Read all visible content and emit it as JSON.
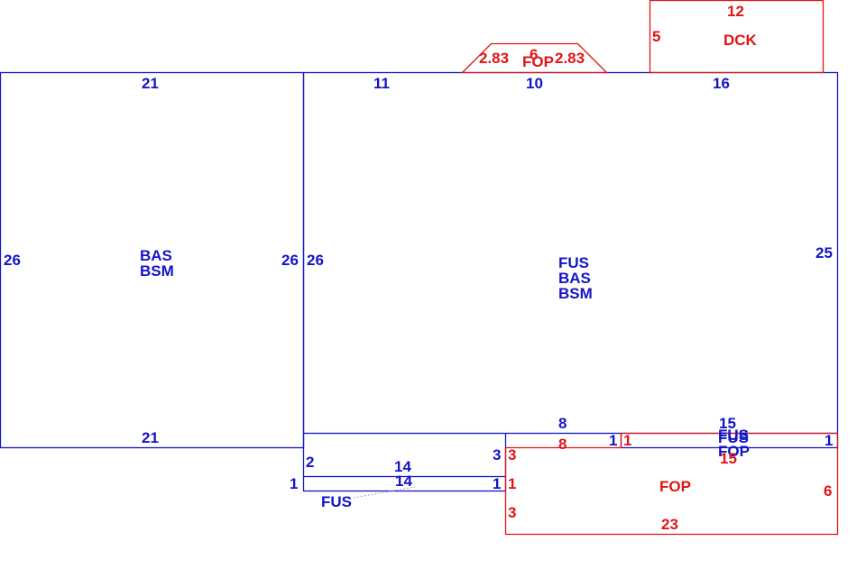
{
  "colors": {
    "main": "#1414c8",
    "porch": "#e01414"
  },
  "areas": {
    "left_block": {
      "codes": [
        "BAS",
        "BSM"
      ]
    },
    "main_block": {
      "codes": [
        "FUS",
        "BAS",
        "BSM"
      ]
    },
    "front_porch_top": {
      "code": "FOP"
    },
    "deck": {
      "code": "DCK"
    },
    "front_porch_bottom": {
      "code": "FOP"
    },
    "strip_fus": {
      "code": "FUS"
    },
    "overlap_codes": [
      "FUS",
      "FOP"
    ],
    "overlap_fus": "FUS"
  },
  "dimensions": {
    "left_top": "21",
    "left_bottom": "21",
    "left_left": "26",
    "left_right": "26",
    "main_top_a": "11",
    "main_top_b": "10",
    "main_top_c": "16",
    "main_left": "26",
    "main_right": "25",
    "step_2": "2",
    "step_14_upper": "14",
    "step_14_lower": "14",
    "step_1_left": "1",
    "step_1_right": "1",
    "step_3": "3",
    "notch_8": "8",
    "notch_1": "1",
    "notch_15": "15",
    "notch_right_1": "1",
    "fop_top_left": "2.83",
    "fop_top_mid": "6",
    "fop_top_right": "2.83",
    "dck_top": "12",
    "dck_left": "5",
    "fop_b_3_top": "3",
    "fop_b_8": "8",
    "fop_b_1": "1",
    "fop_b_15": "15",
    "fop_b_1_left": "1",
    "fop_b_3_bottom": "3",
    "fop_b_6": "6",
    "fop_b_23": "23"
  }
}
